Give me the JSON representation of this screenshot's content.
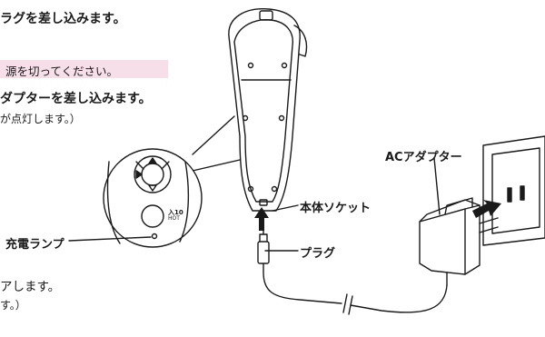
{
  "steps": {
    "step1": "ラグを差し込みます。",
    "warning": "源を切ってください。",
    "step2": "ダプターを差し込みます。",
    "step2_note": "が点灯します。）",
    "step3": "アします。",
    "step3_note": "す。）"
  },
  "labels": {
    "ac_adapter": "ACアダプター",
    "body_socket": "本体ソケット",
    "plug": "プラグ",
    "charge_lamp": "充電ランプ"
  },
  "button_text": {
    "line1": "入10",
    "line2": "HOT"
  },
  "colors": {
    "warning_bg": "#f6dfe9",
    "ink": "#1a1a1a"
  }
}
